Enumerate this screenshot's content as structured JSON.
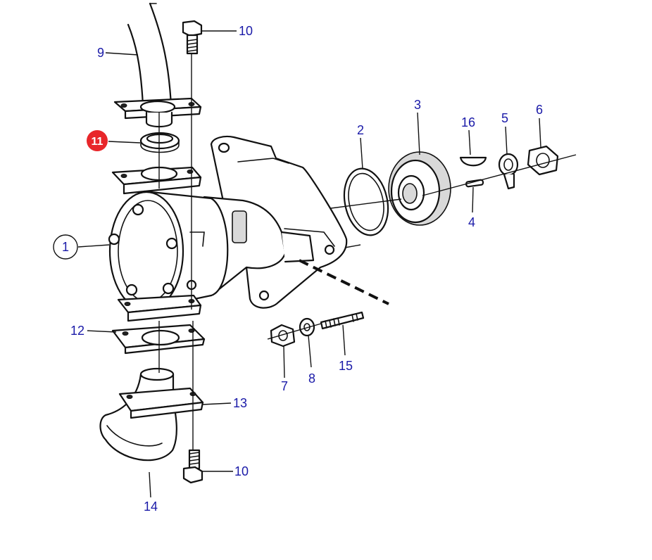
{
  "diagram": {
    "highlight_color": "#e8262a",
    "label_color": "#1a1aa8",
    "callouts": [
      {
        "id": "c1",
        "label": "1",
        "style": "circled"
      },
      {
        "id": "c2",
        "label": "2",
        "style": "plain"
      },
      {
        "id": "c3",
        "label": "3",
        "style": "plain"
      },
      {
        "id": "c4",
        "label": "4",
        "style": "plain"
      },
      {
        "id": "c5",
        "label": "5",
        "style": "plain"
      },
      {
        "id": "c6",
        "label": "6",
        "style": "plain"
      },
      {
        "id": "c7",
        "label": "7",
        "style": "plain"
      },
      {
        "id": "c8",
        "label": "8",
        "style": "plain"
      },
      {
        "id": "c9",
        "label": "9",
        "style": "plain"
      },
      {
        "id": "c10a",
        "label": "10",
        "style": "plain"
      },
      {
        "id": "c10b",
        "label": "10",
        "style": "plain"
      },
      {
        "id": "c11",
        "label": "11",
        "style": "highlighted"
      },
      {
        "id": "c12",
        "label": "12",
        "style": "plain"
      },
      {
        "id": "c13",
        "label": "13",
        "style": "plain"
      },
      {
        "id": "c14",
        "label": "14",
        "style": "plain"
      },
      {
        "id": "c15",
        "label": "15",
        "style": "plain"
      },
      {
        "id": "c16",
        "label": "16",
        "style": "plain"
      }
    ]
  }
}
